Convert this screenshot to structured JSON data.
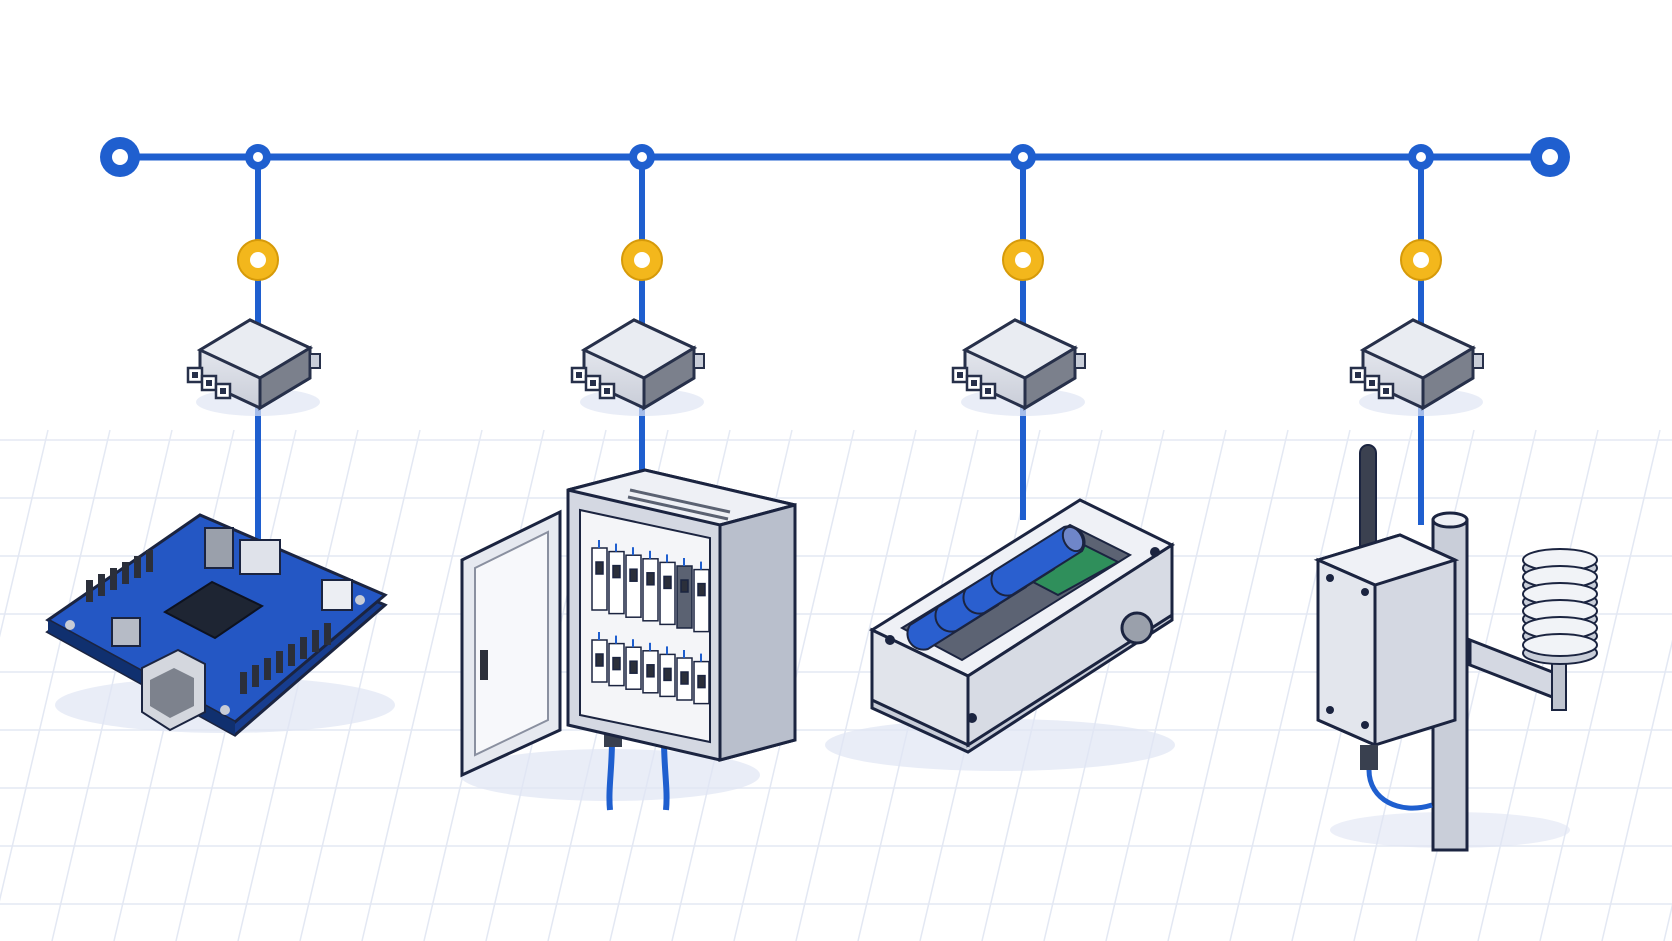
{
  "colors": {
    "bus": "#1f5fcf",
    "bus_dark": "#123f96",
    "sensor_node": "#f3b71c",
    "device_body": "#e7e9f0",
    "device_dark": "#8a8f9c",
    "outline": "#27304a",
    "pcb": "#1f4fb5",
    "battery": "#2a5fcf",
    "grid": "#e3e8f3"
  },
  "diagram": {
    "bus": {
      "name": "data-bus",
      "end_terminals": 2
    },
    "drops": [
      {
        "id": "drop-1",
        "device": "microcontroller-board",
        "icon": "pcb-board-icon"
      },
      {
        "id": "drop-2",
        "device": "electrical-cabinet",
        "icon": "breaker-panel-icon"
      },
      {
        "id": "drop-3",
        "device": "battery-pack-enclosure",
        "icon": "battery-pack-icon"
      },
      {
        "id": "drop-4",
        "device": "weather-station-mast",
        "icon": "weather-station-icon"
      }
    ]
  }
}
